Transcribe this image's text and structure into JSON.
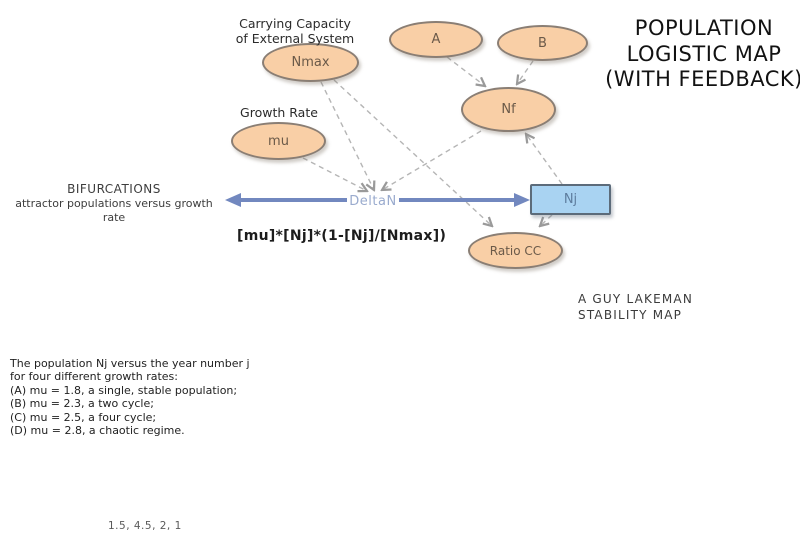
{
  "header": {
    "title_line1": "POPULATION",
    "title_line2": "LOGISTIC MAP",
    "title_line3": "(WITH FEEDBACK)"
  },
  "nodes": {
    "nmax": "Nmax",
    "mu": "mu",
    "a": "A",
    "b": "B",
    "nf": "Nf",
    "nj": "Nj",
    "ratio_cc": "Ratio CC",
    "delta_n": "DeltaN"
  },
  "labels": {
    "carrying_capacity_line1": "Carrying Capacity",
    "carrying_capacity_line2": "of External System",
    "growth_rate": "Growth Rate",
    "bifurcations_title": "BIFURCATIONS",
    "bifurcations_line2": "attractor populations versus growth",
    "bifurcations_line3": "rate",
    "formula": "[mu]*[Nj]*(1-[Nj]/[Nmax])",
    "credit_line1": "A GUY LAKEMAN",
    "credit_line2": "STABILITY MAP",
    "footnote": "1.5, 4.5, 2, 1"
  },
  "description": {
    "line1": "The population Nj versus the year number j",
    "line2": "for four different growth rates:",
    "line3": "(A) mu = 1.8, a single, stable population;",
    "line4": "(B) mu = 2.3, a two cycle;",
    "line5": "(C) mu = 2.5, a four cycle;",
    "line6": "(D) mu = 2.8, a chaotic regime."
  },
  "colors": {
    "node_fill": "#f9cfa6",
    "node_border": "#8a7e74",
    "node_text": "#6b5a49",
    "stock_fill": "#a9d3f2",
    "stock_border": "#5c6b7a",
    "flow_arrow": "#7288bf",
    "flow_label_text": "#9aabce",
    "connector": "#b5b5b5",
    "background": "#ffffff"
  }
}
